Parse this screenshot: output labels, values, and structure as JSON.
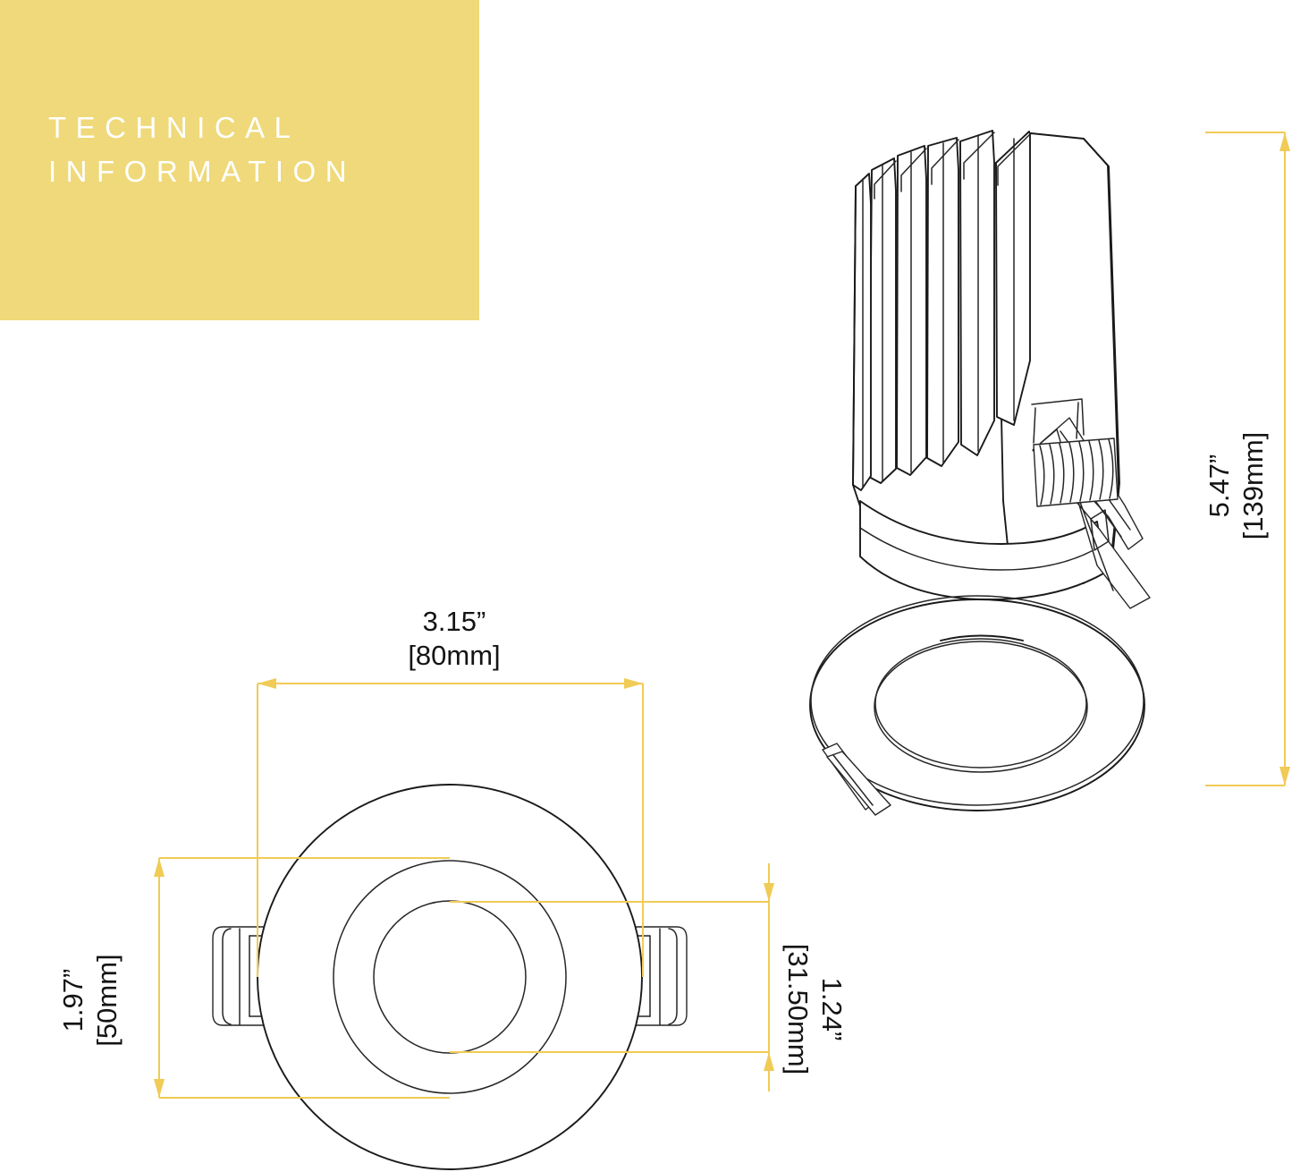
{
  "banner": {
    "title": "TECHNICAL\nINFORMATION",
    "background_color": "#EFD97A",
    "text_color": "#FFFFFF"
  },
  "colors": {
    "dimension_line": "#F0CB55",
    "drawing_line": "#1A1A1A",
    "background": "#FFFFFF"
  },
  "dimensions": {
    "width": {
      "imperial": "3.15”",
      "metric": "[80mm]",
      "label": "3.15”\n[80mm]",
      "orientation": "horizontal",
      "view": "top-view"
    },
    "height_left": {
      "imperial": "1.97”",
      "metric": "[50mm]",
      "label": "1.97”\n[50mm]",
      "orientation": "vertical",
      "view": "top-view"
    },
    "depth_right": {
      "imperial": "1.24”",
      "metric": "[31.50mm]",
      "label": "1.24”\n[31.50mm]",
      "orientation": "vertical",
      "view": "top-view"
    },
    "total_length": {
      "imperial": "5.47”",
      "metric": "[139mm]",
      "label": "5.47”\n[139mm]",
      "orientation": "vertical",
      "view": "isometric-view"
    }
  },
  "drawings": {
    "top_view": {
      "name": "downlight-top-view",
      "description": "Circular recessed downlight bezel, three concentric circles with two spring clips at left and right",
      "circles": 3,
      "spring_clips": 2
    },
    "isometric_view": {
      "name": "downlight-isometric-view",
      "description": "Three-quarter perspective of LED downlight with finned heat sink, bezel ring, lens and spring clips",
      "heat_sink_fins": 6,
      "spring_clips": 2
    }
  }
}
